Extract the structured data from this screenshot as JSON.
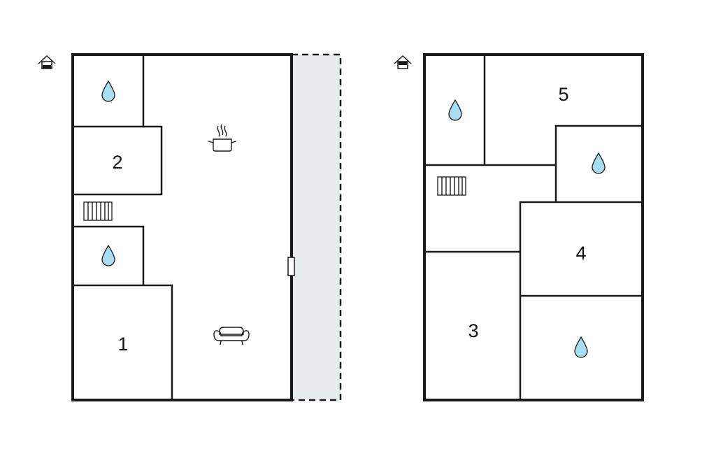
{
  "floor_ground": {
    "rooms": [
      {
        "label": "1"
      },
      {
        "label": "2"
      }
    ],
    "icons": [
      "house-icon",
      "water-drop-icon",
      "water-drop-icon",
      "radiator-icon",
      "cooking-pot-icon",
      "sofa-icon",
      "door-icon"
    ],
    "terrace": "dashed-outline"
  },
  "floor_upper": {
    "rooms": [
      {
        "label": "3"
      },
      {
        "label": "4"
      },
      {
        "label": "5"
      }
    ],
    "icons": [
      "house-icon",
      "water-drop-icon",
      "water-drop-icon",
      "water-drop-icon",
      "radiator-icon"
    ]
  },
  "colors": {
    "wall": "#1a1a1a",
    "water": "#a8dff0",
    "terrace_fill": "#e8eced"
  }
}
